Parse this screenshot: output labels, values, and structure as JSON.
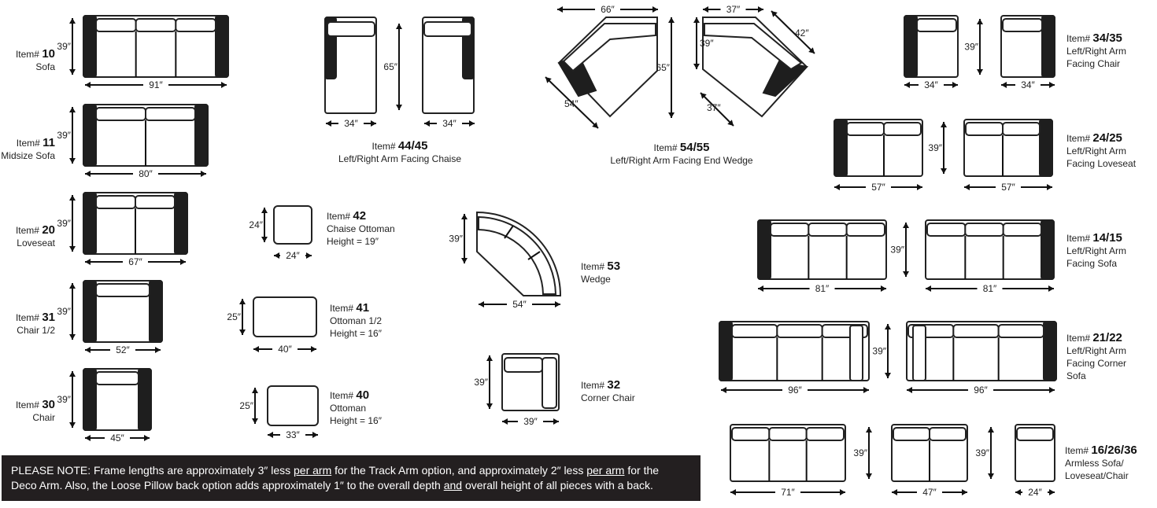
{
  "colors": {
    "arm": "#1e1e1e",
    "outline": "#222222",
    "note_bg": "#231f20",
    "note_text": "#ffffff"
  },
  "items": {
    "i10": {
      "prefix": "Item#",
      "num": "10",
      "desc": [
        "Sofa"
      ],
      "w": "91″",
      "d": "39″"
    },
    "i11": {
      "prefix": "Item#",
      "num": "11",
      "desc": [
        "Midsize Sofa"
      ],
      "w": "80″",
      "d": "39″"
    },
    "i20": {
      "prefix": "Item#",
      "num": "20",
      "desc": [
        "Loveseat"
      ],
      "w": "67″",
      "d": "39″"
    },
    "i31": {
      "prefix": "Item#",
      "num": "31",
      "desc": [
        "Chair 1/2"
      ],
      "w": "52″",
      "d": "39″"
    },
    "i30": {
      "prefix": "Item#",
      "num": "30",
      "desc": [
        "Chair"
      ],
      "w": "45″",
      "d": "39″"
    },
    "i4445": {
      "prefix": "Item#",
      "num": "44/45",
      "desc": [
        "Left/Right Arm Facing Chaise"
      ],
      "wl": "34″",
      "wr": "34″",
      "d": "65″"
    },
    "i5455": {
      "prefix": "Item#",
      "num": "54/55",
      "desc": [
        "Left/Right Arm Facing End Wedge"
      ],
      "w1": "66″",
      "w2": "37″",
      "d1": "39″",
      "d2": "65″",
      "diag1": "42″",
      "diag2": "54″",
      "diag3": "37″"
    },
    "i42": {
      "prefix": "Item#",
      "num": "42",
      "desc": [
        "Chaise Ottoman",
        "Height = 19″"
      ],
      "w": "24″",
      "d": "24″"
    },
    "i41": {
      "prefix": "Item#",
      "num": "41",
      "desc": [
        "Ottoman 1/2",
        "Height = 16″"
      ],
      "w": "40″",
      "d": "25″"
    },
    "i40": {
      "prefix": "Item#",
      "num": "40",
      "desc": [
        "Ottoman",
        "Height = 16″"
      ],
      "w": "33″",
      "d": "25″"
    },
    "i53": {
      "prefix": "Item#",
      "num": "53",
      "desc": [
        "Wedge"
      ],
      "w": "54″",
      "d": "39″"
    },
    "i32": {
      "prefix": "Item#",
      "num": "32",
      "desc": [
        "Corner Chair"
      ],
      "w": "39″",
      "d": "39″"
    },
    "i3435": {
      "prefix": "Item#",
      "num": "34/35",
      "desc": [
        "Left/Right Arm",
        "Facing Chair"
      ],
      "wl": "34″",
      "wr": "34″",
      "d": "39″"
    },
    "i2425": {
      "prefix": "Item#",
      "num": "24/25",
      "desc": [
        "Left/Right Arm",
        "Facing Loveseat"
      ],
      "wl": "57″",
      "wr": "57″",
      "d": "39″"
    },
    "i1415": {
      "prefix": "Item#",
      "num": "14/15",
      "desc": [
        "Left/Right Arm",
        "Facing Sofa"
      ],
      "wl": "81″",
      "wr": "81″",
      "d": "39″"
    },
    "i2122": {
      "prefix": "Item#",
      "num": "21/22",
      "desc": [
        "Left/Right Arm",
        "Facing Corner",
        "Sofa"
      ],
      "wl": "96″",
      "wr": "96″",
      "d": "39″"
    },
    "i162636": {
      "prefix": "Item#",
      "num": "16/26/36",
      "desc": [
        "Armless Sofa/",
        "Loveseat/Chair"
      ],
      "w1": "71″",
      "w2": "47″",
      "w3": "24″",
      "d1": "39″",
      "d2": "39″"
    }
  },
  "note": {
    "line1_a": "PLEASE NOTE: Frame lengths are approximately 3″ less ",
    "line1_u1": "per arm",
    "line1_b": " for the Track Arm option, and approximately 2″ less ",
    "line1_u2": "per arm",
    "line1_c": " for the",
    "line2_a": "Deco Arm. Also, the Loose Pillow back option adds approximately 1″ to the overall depth ",
    "line2_u": "and",
    "line2_b": " overall height of all pieces with a back."
  }
}
